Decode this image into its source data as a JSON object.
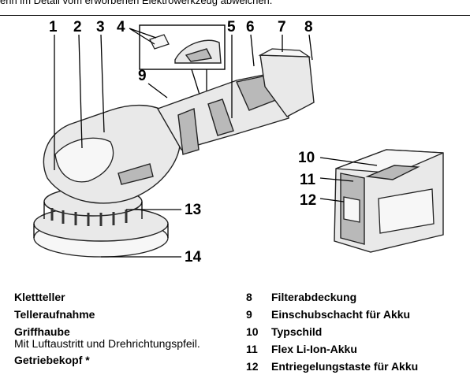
{
  "header_text": "enn im Detail vom erworbenen Elektrowerkzeug abweichen.",
  "callouts": [
    "1",
    "2",
    "3",
    "4",
    "5",
    "6",
    "7",
    "8",
    "9",
    "10",
    "11",
    "12",
    "13",
    "14"
  ],
  "legend_left": [
    {
      "label": "Klettteller"
    },
    {
      "label": "Telleraufnahme"
    },
    {
      "label": "Griffhaube",
      "note": "Mit Luftaustritt und Drehrichtungspfeil."
    },
    {
      "label": "Getriebekopf *"
    }
  ],
  "legend_right": [
    {
      "num": "8",
      "label": "Filterabdeckung"
    },
    {
      "num": "9",
      "label": "Einschubschacht für Akku"
    },
    {
      "num": "10",
      "label": "Typschild"
    },
    {
      "num": "11",
      "label": "Flex Li-Ion-Akku"
    },
    {
      "num": "12",
      "label": "Entriegelungstaste für Akku"
    }
  ]
}
